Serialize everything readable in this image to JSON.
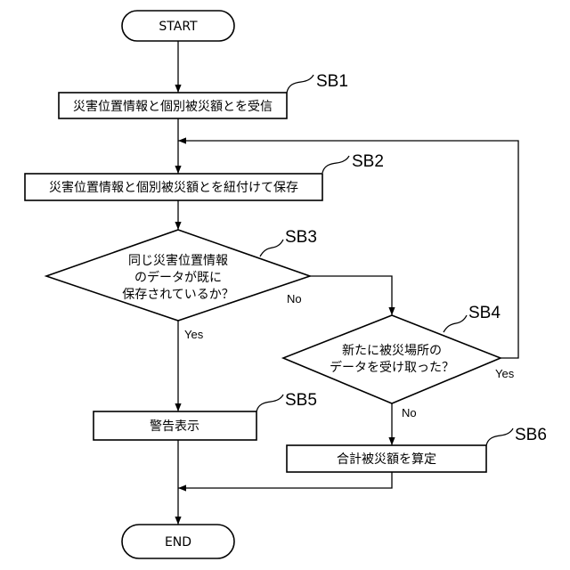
{
  "nodes": {
    "start": {
      "text": "START"
    },
    "sb1": {
      "label": "SB1",
      "text": "災害位置情報と個別被災額とを受信"
    },
    "sb2": {
      "label": "SB2",
      "text": "災害位置情報と個別被災額とを紐付けて保存"
    },
    "sb3": {
      "label": "SB3",
      "lines": [
        "同じ災害位置情報",
        "のデータが既に",
        "保存されているか？"
      ]
    },
    "sb4": {
      "label": "SB4",
      "lines": [
        "新たに被災場所の",
        "データを受け取った？"
      ]
    },
    "sb5": {
      "label": "SB5",
      "text": "警告表示"
    },
    "sb6": {
      "label": "SB6",
      "text": "合計被災額を算定"
    },
    "end": {
      "text": "END"
    }
  },
  "edges": {
    "sb3_yes": "Yes",
    "sb3_no": "No",
    "sb4_yes": "Yes",
    "sb4_no": "No"
  }
}
